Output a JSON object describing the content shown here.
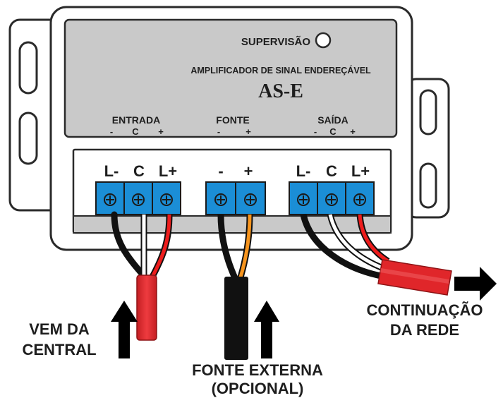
{
  "device": {
    "supervision_label": "SUPERVISÃO",
    "subtitle": "AMPLIFICADOR DE SINAL ENDEREÇÁVEL",
    "model": "AS-E"
  },
  "groups": {
    "entrada": {
      "title": "ENTRADA",
      "pins": [
        "-",
        "C",
        "+"
      ]
    },
    "fonte": {
      "title": "FONTE",
      "pins": [
        "-",
        "+"
      ]
    },
    "saida": {
      "title": "SAÍDA",
      "pins": [
        "-",
        "C",
        "+"
      ]
    }
  },
  "terminal_labels": {
    "entrada": [
      "L-",
      "C",
      "L+"
    ],
    "fonte": [
      "-",
      "+"
    ],
    "saida": [
      "L-",
      "C",
      "L+"
    ]
  },
  "callouts": {
    "vem_line1": "VEM DA",
    "vem_line2": "CENTRAL",
    "fonte_line1": "FONTE EXTERNA",
    "fonte_line2": "(OPCIONAL)",
    "cont_line1": "CONTINUAÇÃO",
    "cont_line2": "DA REDE"
  },
  "colors": {
    "terminal_blue": "#1b8ed6",
    "wire_red": "#ee1c1c",
    "wire_orange": "#f7941d",
    "wire_black": "#111111",
    "wire_white": "#ffffff",
    "sleeve_red": "#e0262a",
    "sleeve_black": "#111111"
  }
}
